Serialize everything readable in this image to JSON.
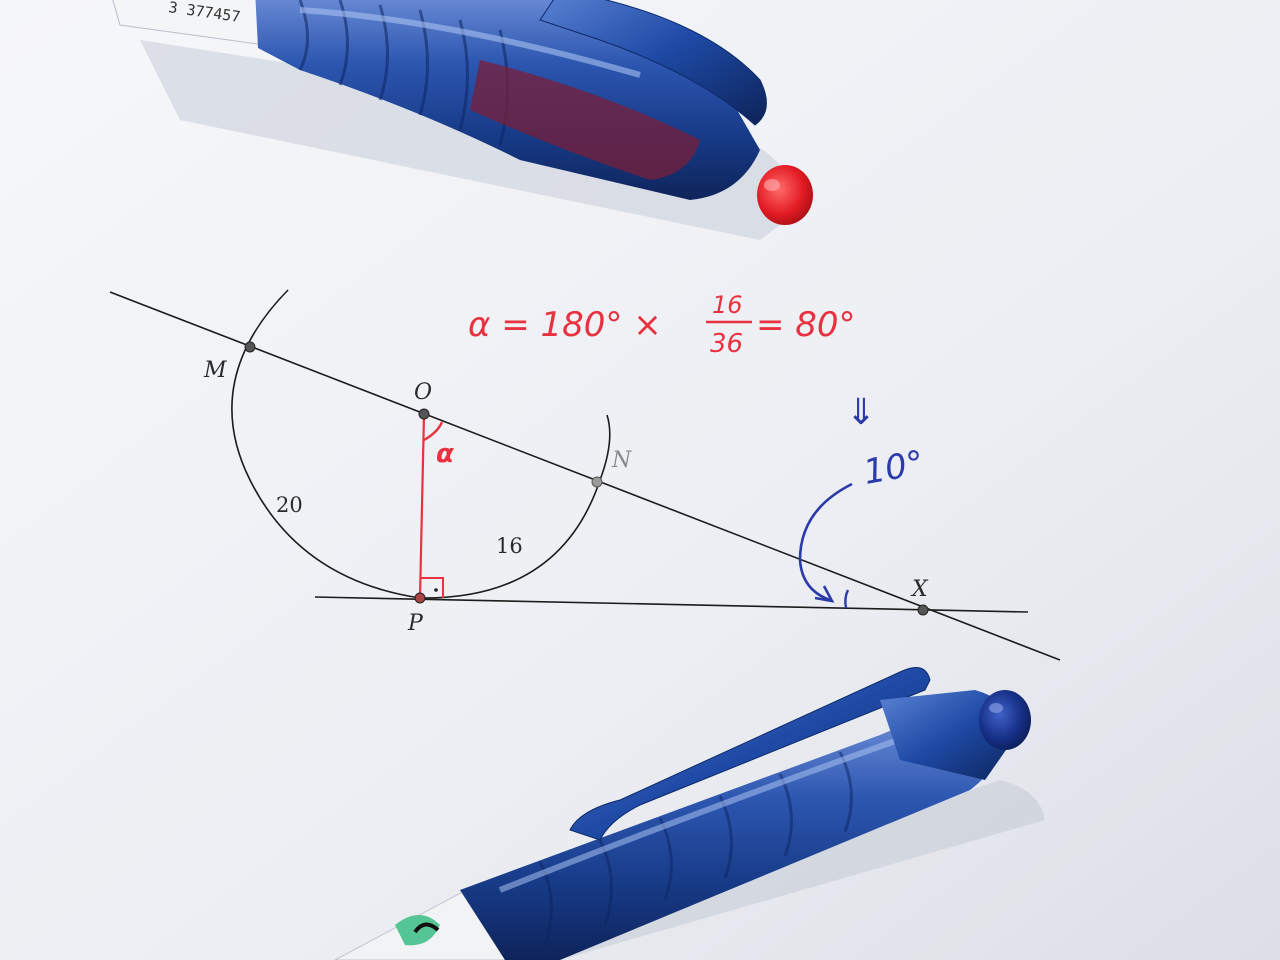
{
  "diagram": {
    "points": {
      "m": "M",
      "o": "O",
      "n": "N",
      "p": "P",
      "x": "X"
    },
    "lengths": {
      "arc_left": "20",
      "arc_right": "16"
    },
    "angle_symbol": "α"
  },
  "annotations": {
    "formula": {
      "lhs": "α = 180° ×",
      "numerator": "16",
      "denominator": "36",
      "rhs": "= 80°"
    },
    "arrow_symbol": "⇓",
    "angle_at_x": "10°"
  },
  "pens": {
    "top_pen_label": "3 377457"
  },
  "colors": {
    "paper": "#eef0f4",
    "ink": "#2a2a2a",
    "red_marker": "#e8323f",
    "blue_marker": "#2a3aa8",
    "pen_body": "#1f4fa3",
    "pen_tip_red": "#e8202a"
  }
}
